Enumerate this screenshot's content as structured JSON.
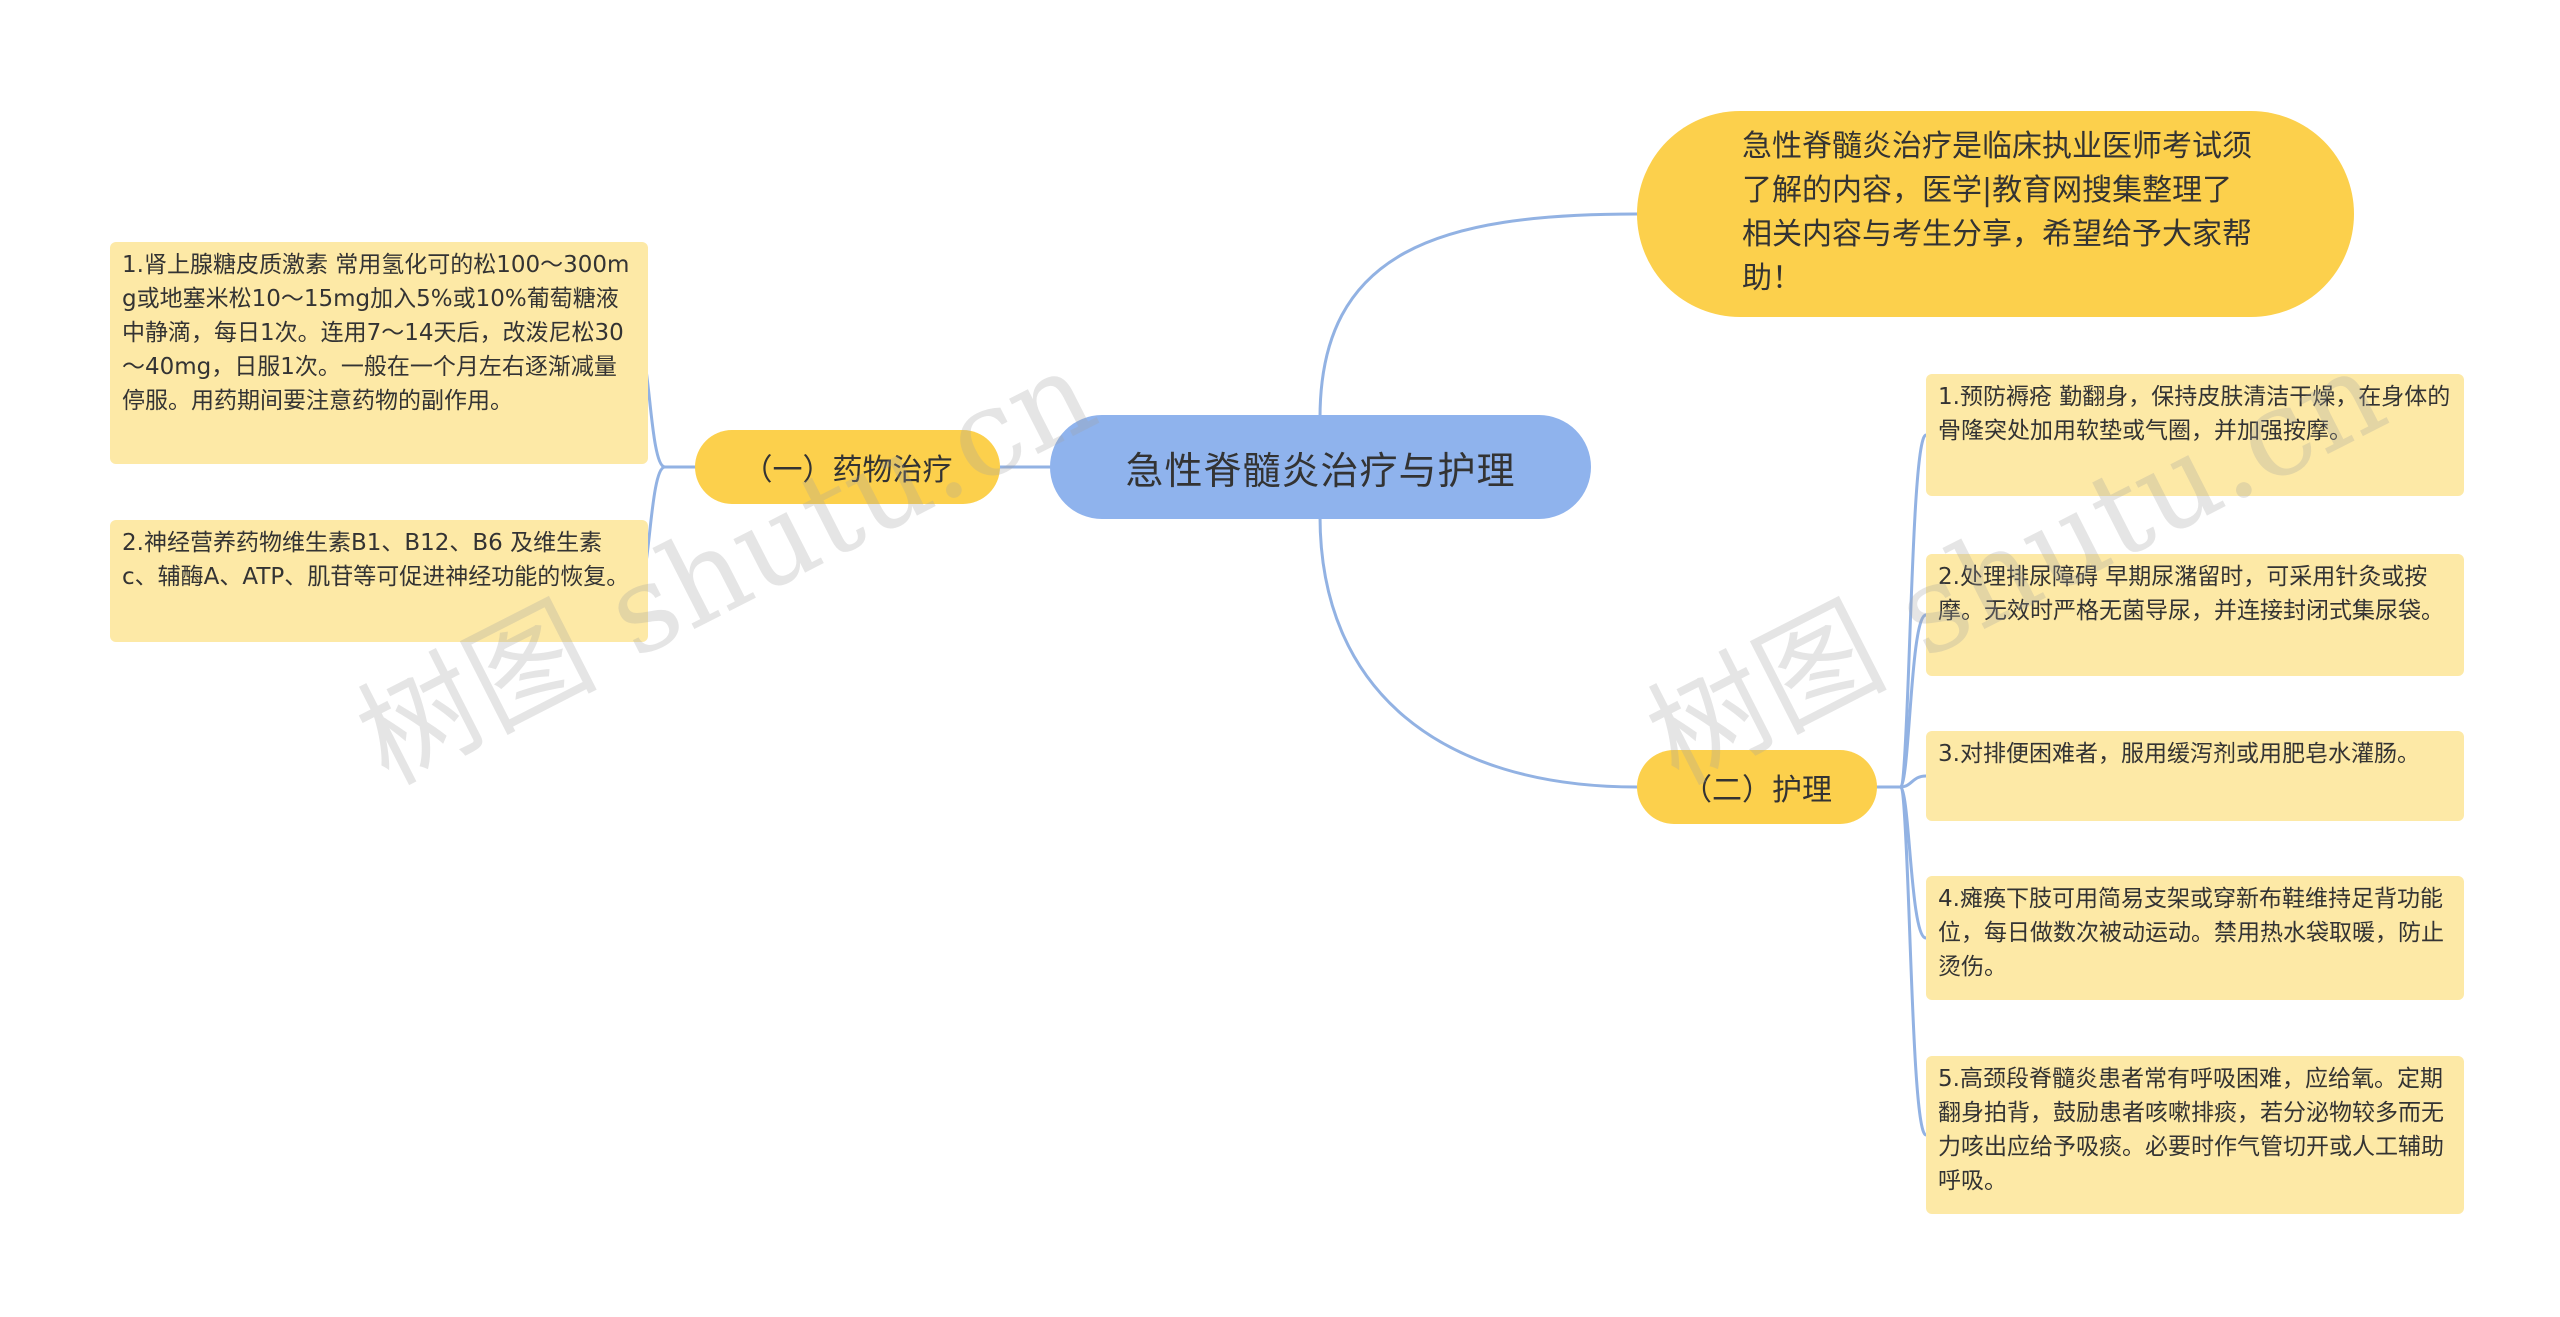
{
  "root": {
    "label": "急性脊髓炎治疗与护理"
  },
  "intro": {
    "text": "急性脊髓炎治疗是临床执业医师考试须了解的内容，医学|教育网搜集整理了相关内容与考生分享，希望给予大家帮助！"
  },
  "branches": [
    {
      "label": "（一）药物治疗",
      "leaves": [
        "1.肾上腺糖皮质激素 常用氢化可的松100～300mg或地塞米松10～15mg加入5%或10%葡萄糖液中静滴，每日1次。连用7～14天后，改泼尼松30～40mg，日服1次。一般在一个月左右逐渐减量停服。用药期间要注意药物的副作用。",
        "2.神经营养药物维生素B1、B12、B6 及维生素c、辅酶A、ATP、肌苷等可促进神经功能的恢复。"
      ]
    },
    {
      "label": "（二）护理",
      "leaves": [
        "1.预防褥疮 勤翻身，保持皮肤清洁干燥，在身体的骨隆突处加用软垫或气圈，并加强按摩。",
        "2.处理排尿障碍 早期尿潴留时，可采用针灸或按摩。无效时严格无菌导尿，并连接封闭式集尿袋。",
        "3.对排便困难者，服用缓泻剂或用肥皂水灌肠。",
        "4.瘫痪下肢可用简易支架或穿新布鞋维持足背功能位，每日做数次被动运动。禁用热水袋取暖，防止烫伤。",
        "5.高颈段脊髓炎患者常有呼吸困难，应给氧。定期翻身拍背，鼓励患者咳嗽排痰，若分泌物较多而无力咳出应给予吸痰。必要时作气管切开或人工辅助呼吸。"
      ]
    }
  ],
  "watermark": "树图 shutu.cn",
  "colors": {
    "root": "#8fb3ed",
    "branch": "#fcd04c",
    "leaf": "#fde9a6",
    "link": "#92b2e3"
  }
}
